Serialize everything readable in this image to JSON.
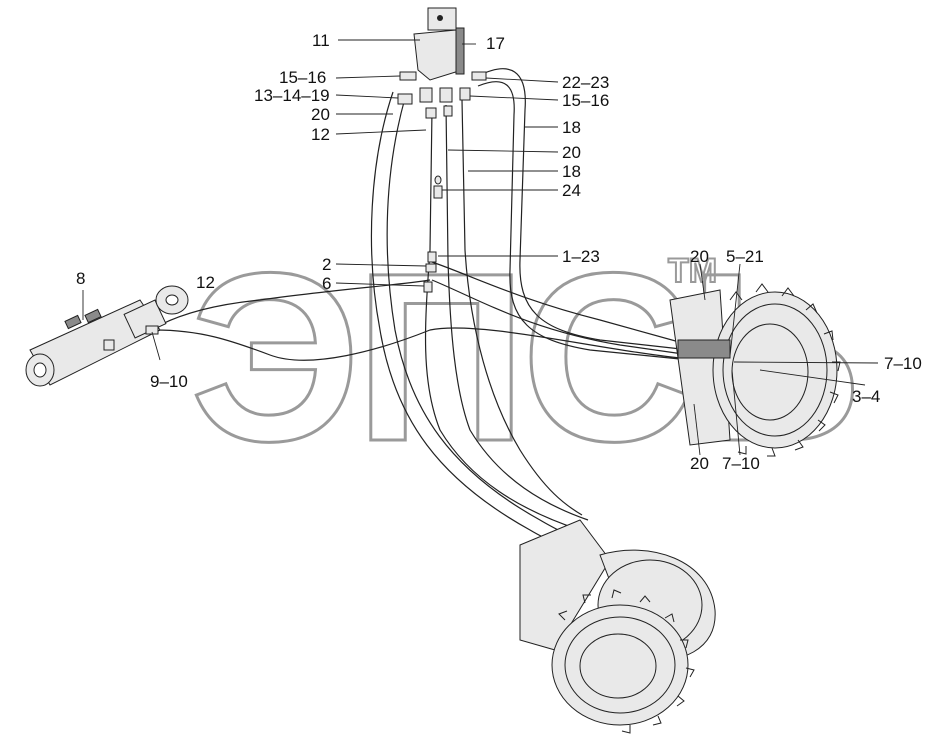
{
  "watermark": {
    "text": "ЭПСЬ",
    "tm": "TM"
  },
  "callouts": {
    "c_11": "11",
    "c_17": "17",
    "c_15_16_left": "15–16",
    "c_13_14_19": "13–14–19",
    "c_20_top_left": "20",
    "c_12_top": "12",
    "c_22_23": "22–23",
    "c_15_16_right": "15–16",
    "c_18_a": "18",
    "c_20_mid": "20",
    "c_18_b": "18",
    "c_24": "24",
    "c_1_23": "1–23",
    "c_2": "2",
    "c_6": "6",
    "c_8": "8",
    "c_12_left": "12",
    "c_9_10": "9–10",
    "c_20_drum_top": "20",
    "c_5_21": "5–21",
    "c_7_10_right": "7–10",
    "c_3_4": "3–4",
    "c_20_drum_bottom": "20",
    "c_7_10_bottom": "7–10"
  },
  "colors": {
    "ink": "#222222",
    "watermark": "#9a9a9a",
    "background": "#ffffff"
  }
}
